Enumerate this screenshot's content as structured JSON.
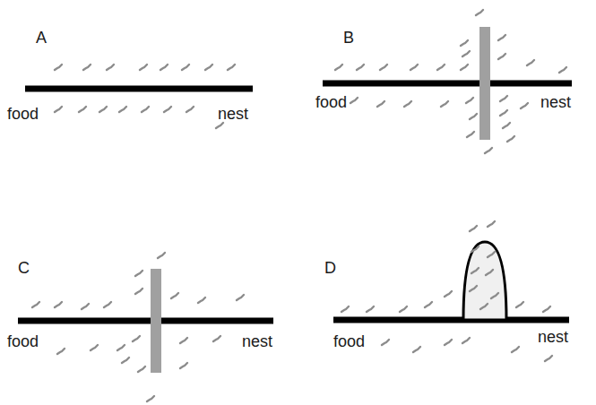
{
  "diagram": {
    "labels": [
      "A",
      "food",
      "nest",
      "B",
      "food",
      "nest",
      "C",
      "food",
      "nest",
      "D",
      "food",
      "nest"
    ]
  }
}
